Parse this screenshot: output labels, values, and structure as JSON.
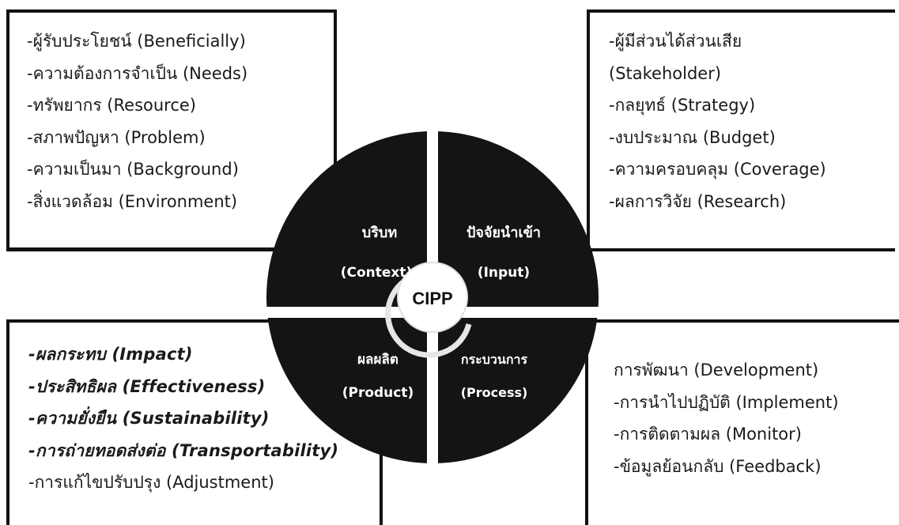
{
  "context_box": {
    "items": [
      "-ผู้รับประโยชน์ (Beneficially)",
      "-ความต้องการจำเป็น (Needs)",
      "-ทรัพยากร (Resource)",
      "-สภาพปัญหา (Problem)",
      "-ความเป็นมา (Background)",
      "-สิ่งแวดล้อม (Environment)"
    ]
  },
  "input_box": {
    "items": [
      "-ผู้มีส่วนได้ส่วนเสีย",
      "(Stakeholder)",
      "-กลยุทธ์ (Strategy)",
      "-งบประมาณ (Budget)",
      "-ความครอบคลุม (Coverage)",
      "-ผลการวิจัย (Research)"
    ]
  },
  "product_box": {
    "items": [
      "-ผลกระทบ (Impact)",
      "-ประสิทธิผล (Effectiveness)",
      "-ความยั่งยืน (Sustainability)",
      "-การถ่ายทอดส่งต่อ (Transportability)",
      "-การแก้ไขปรับปรุง (Adjustment)"
    ]
  },
  "process_box": {
    "items": [
      "การพัฒนา (Development)",
      "-การนำไปปฏิบัติ (Implement)",
      "-การติดตามผล (Monitor)",
      "-ข้อมูลย้อนกลับ (Feedback)"
    ]
  },
  "wheel": {
    "center_label": "CIPP",
    "quadrants": {
      "context": {
        "thai": "บริบท",
        "english": "(Context)"
      },
      "input": {
        "thai": "ปัจจัยนำเข้า",
        "english": "(Input)"
      },
      "product": {
        "thai": "ผลผลิต",
        "english": "(Product)"
      },
      "process": {
        "thai": "กระบวนการ",
        "english": "(Process)"
      }
    }
  },
  "colors": {
    "wheel_fill": "#141414",
    "divider": "#ffffff",
    "border": "#111111",
    "text": "#1a1a1a"
  }
}
